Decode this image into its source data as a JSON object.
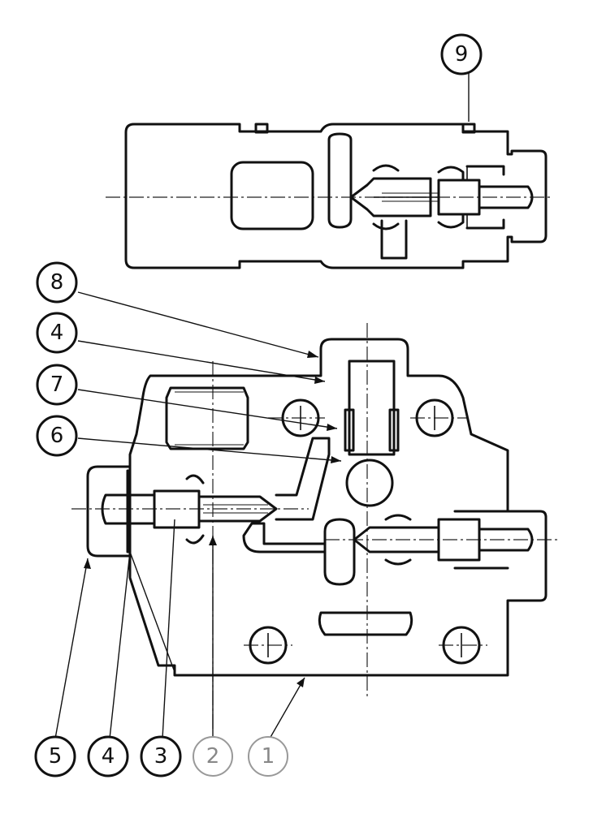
{
  "callouts": [
    {
      "id": "9",
      "label": "9"
    },
    {
      "id": "8",
      "label": "8"
    },
    {
      "id": "4a",
      "label": "4"
    },
    {
      "id": "7",
      "label": "7"
    },
    {
      "id": "6",
      "label": "6"
    },
    {
      "id": "5",
      "label": "5"
    },
    {
      "id": "4b",
      "label": "4"
    },
    {
      "id": "3",
      "label": "3"
    },
    {
      "id": "2",
      "label": "2"
    },
    {
      "id": "1",
      "label": "1"
    }
  ]
}
